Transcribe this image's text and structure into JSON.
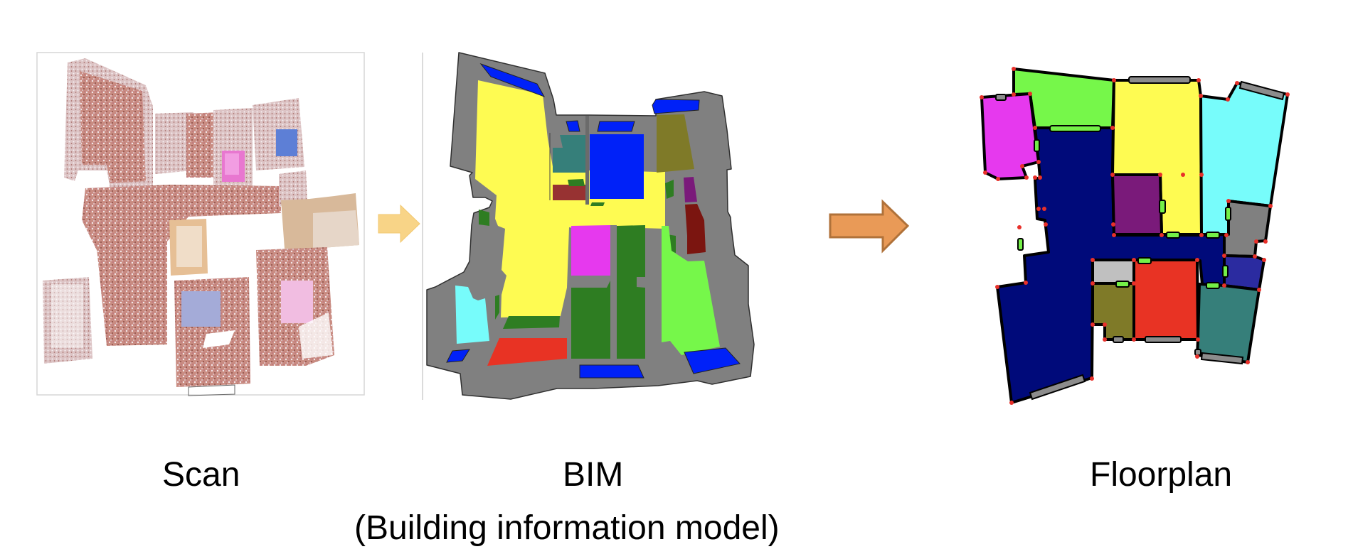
{
  "panels": {
    "scan": {
      "label": "Scan"
    },
    "bim": {
      "label": "BIM",
      "sublabel": "(Building information model)"
    },
    "floorplan": {
      "label": "Floorplan"
    }
  },
  "arrows": [
    {
      "from": "scan",
      "to": "bim",
      "color": "#f8d487",
      "stroke": "#f2c870"
    },
    {
      "from": "bim",
      "to": "floorplan",
      "color": "#e99a57",
      "stroke": "#b0723a"
    }
  ],
  "colors": {
    "wall_gray": "#808080",
    "floorplan_outline": "#000000",
    "corner_marker": "#e8302a",
    "door_marker": "#74f048",
    "window_marker": "#8c8c8c"
  },
  "floorplan_rooms": [
    {
      "name": "corridor",
      "color": "#000a7a"
    },
    {
      "name": "room-green",
      "color": "#76f74a"
    },
    {
      "name": "room-magenta",
      "color": "#e639ee"
    },
    {
      "name": "room-yellow",
      "color": "#fefb52"
    },
    {
      "name": "room-purple",
      "color": "#7a1a7a"
    },
    {
      "name": "room-cyan",
      "color": "#77fcfb"
    },
    {
      "name": "room-gray",
      "color": "#808080"
    },
    {
      "name": "room-blue",
      "color": "#2b2ba0"
    },
    {
      "name": "room-lightgray",
      "color": "#c0c0c0"
    },
    {
      "name": "room-olive",
      "color": "#7f7a28"
    },
    {
      "name": "room-red",
      "color": "#e83324"
    },
    {
      "name": "room-teal",
      "color": "#367f7a"
    }
  ]
}
